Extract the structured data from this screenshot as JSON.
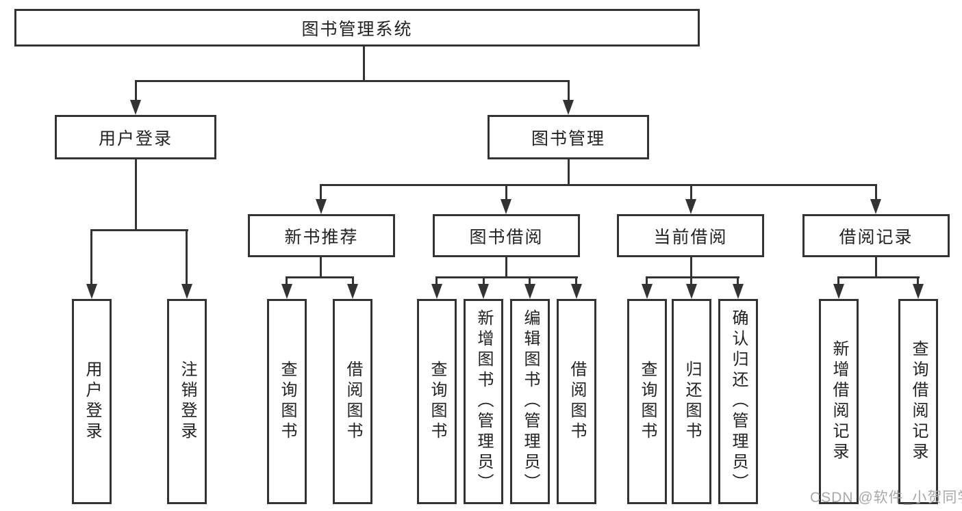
{
  "diagram": {
    "root": {
      "label": "图书管理系统"
    },
    "level2": [
      {
        "label": "用户登录"
      },
      {
        "label": "图书管理"
      }
    ],
    "level3": [
      {
        "label": "新书推荐"
      },
      {
        "label": "图书借阅"
      },
      {
        "label": "当前借阅"
      },
      {
        "label": "借阅记录"
      }
    ],
    "leaves": [
      {
        "label": "用户登录"
      },
      {
        "label": "注销登录"
      },
      {
        "label": "查询图书"
      },
      {
        "label": "借阅图书"
      },
      {
        "label": "查询图书"
      },
      {
        "label": "新增图书（管理员）"
      },
      {
        "label": "编辑图书（管理员）"
      },
      {
        "label": "借阅图书"
      },
      {
        "label": "查询图书"
      },
      {
        "label": "归还图书"
      },
      {
        "label": "确认归还（管理员）"
      },
      {
        "label": "新增借阅记录"
      },
      {
        "label": "查询借阅记录"
      }
    ],
    "watermark": "CSDN @软件_小贺同学",
    "colors": {
      "line": "#333333",
      "text": "#222222",
      "watermark": "#a8a8a8",
      "background": "#ffffff"
    }
  }
}
